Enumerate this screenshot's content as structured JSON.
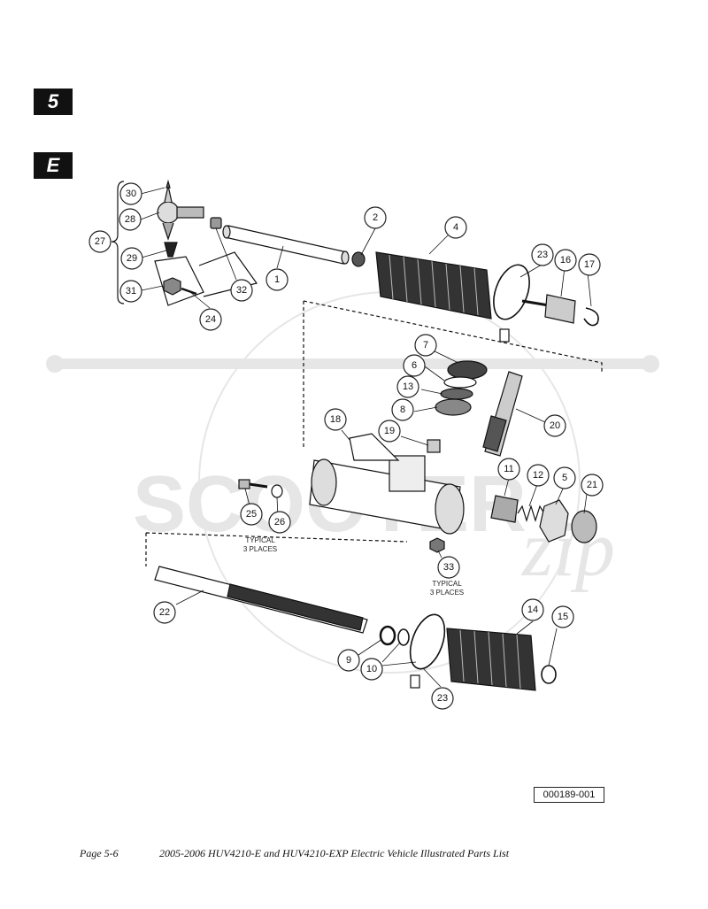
{
  "section_tabs": [
    {
      "label": "5"
    },
    {
      "label": "E"
    }
  ],
  "callouts": [
    {
      "id": "1",
      "label": "1"
    },
    {
      "id": "2",
      "label": "2"
    },
    {
      "id": "4",
      "label": "4"
    },
    {
      "id": "5",
      "label": "5"
    },
    {
      "id": "6",
      "label": "6"
    },
    {
      "id": "7",
      "label": "7"
    },
    {
      "id": "8",
      "label": "8"
    },
    {
      "id": "9",
      "label": "9"
    },
    {
      "id": "10",
      "label": "10"
    },
    {
      "id": "11",
      "label": "11"
    },
    {
      "id": "12",
      "label": "12"
    },
    {
      "id": "13",
      "label": "13"
    },
    {
      "id": "14",
      "label": "14"
    },
    {
      "id": "15",
      "label": "15"
    },
    {
      "id": "16",
      "label": "16"
    },
    {
      "id": "17",
      "label": "17"
    },
    {
      "id": "18",
      "label": "18"
    },
    {
      "id": "19",
      "label": "19"
    },
    {
      "id": "20",
      "label": "20"
    },
    {
      "id": "21",
      "label": "21"
    },
    {
      "id": "22",
      "label": "22"
    },
    {
      "id": "23a",
      "label": "23"
    },
    {
      "id": "23b",
      "label": "23"
    },
    {
      "id": "24",
      "label": "24"
    },
    {
      "id": "25",
      "label": "25"
    },
    {
      "id": "26",
      "label": "26"
    },
    {
      "id": "27",
      "label": "27"
    },
    {
      "id": "28",
      "label": "28"
    },
    {
      "id": "29",
      "label": "29"
    },
    {
      "id": "30",
      "label": "30"
    },
    {
      "id": "31",
      "label": "31"
    },
    {
      "id": "32",
      "label": "32"
    },
    {
      "id": "33",
      "label": "33"
    }
  ],
  "notes": {
    "typical_left_line1": "TYPICAL",
    "typical_left_line2": "3 PLACES",
    "typical_right_line1": "TYPICAL",
    "typical_right_line2": "3 PLACES"
  },
  "figure_id": "000189-001",
  "footer": {
    "page": "Page 5-6",
    "title": "2005-2006 HUV4210-E and HUV4210-EXP Electric Vehicle Illustrated Parts List"
  }
}
